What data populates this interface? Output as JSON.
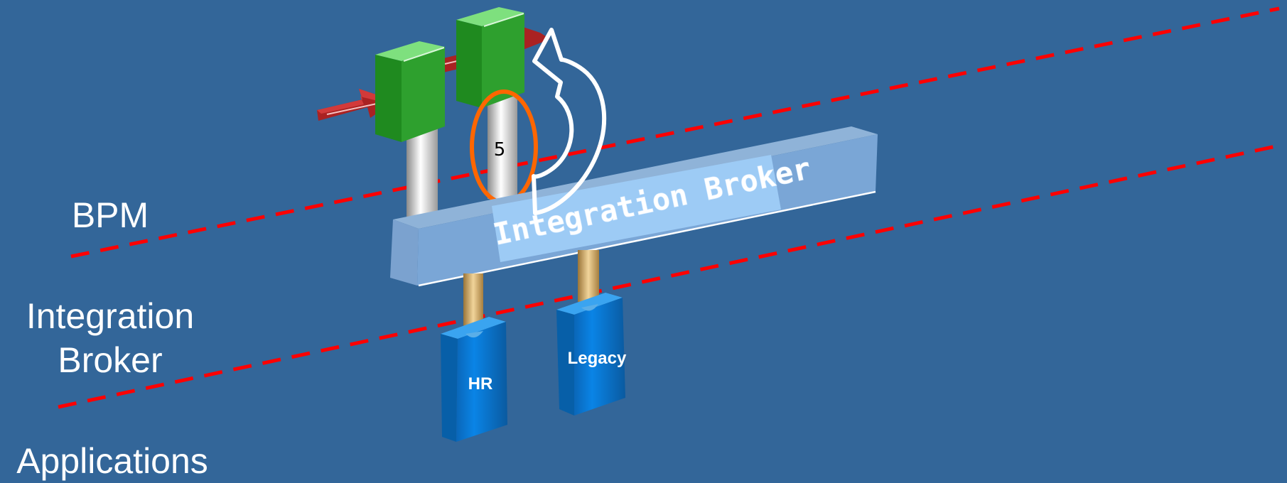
{
  "layers": {
    "bpm": "BPM",
    "integration_line1": "Integration",
    "integration_line2": "Broker",
    "applications": "Applications"
  },
  "broker_label": "Integration Broker",
  "step_number": "5",
  "apps": {
    "hr": "HR",
    "legacy": "Legacy"
  },
  "colors": {
    "background": "#336699",
    "divider": "#ff0000",
    "process_box": "#2ea02e",
    "arrow": "#aa2222",
    "highlight_ring": "#ff6600",
    "broker_bar": "#7aa6d6",
    "broker_panel": "#9dcbf5",
    "app_box": "#0a7fdc",
    "connector": "#c8a060"
  }
}
